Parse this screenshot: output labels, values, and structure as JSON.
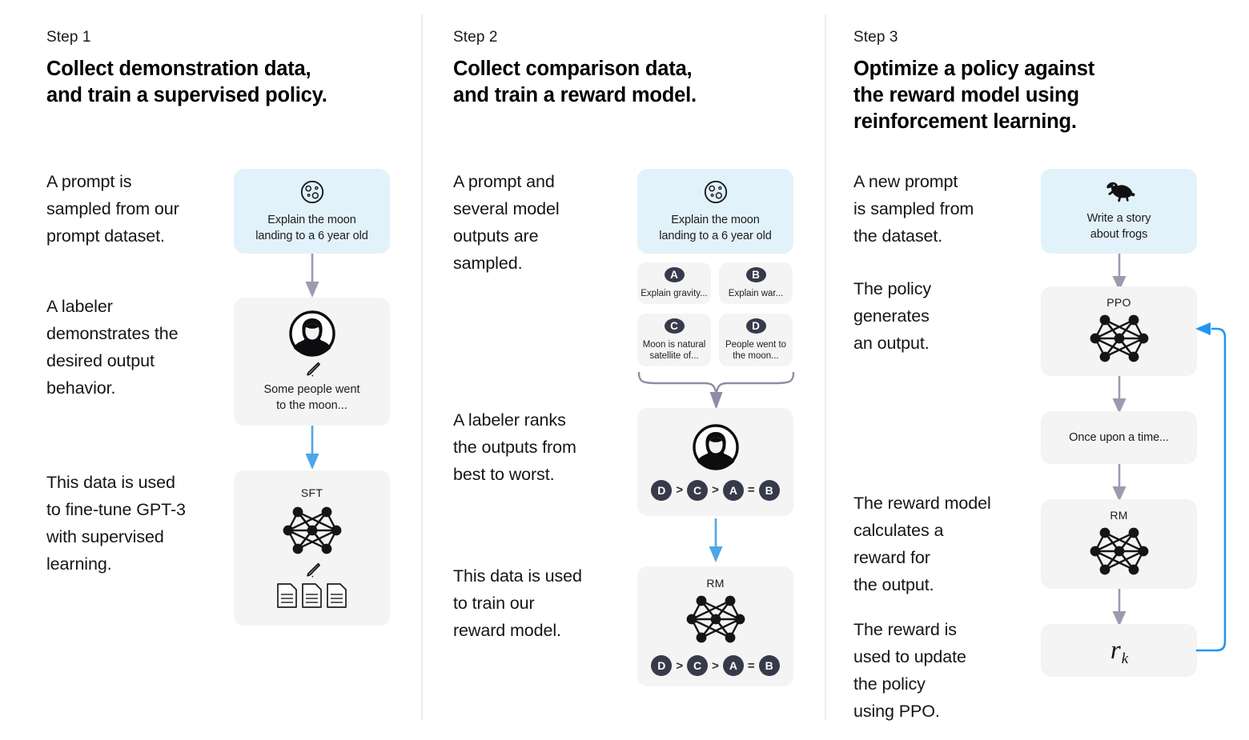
{
  "colors": {
    "prompt_card_bg": "#e2f2fb",
    "gray_card_bg": "#f4f4f4",
    "gray_arrow": "#9b9bb0",
    "blue_arrow": "#4da6e8",
    "feedback_loop": "#2196f3",
    "badge_bg": "#363a4b",
    "divider": "#ececef",
    "text": "#0b0b0c"
  },
  "steps": [
    {
      "label": "Step 1",
      "title": "Collect demonstration data,\nand train a supervised policy.",
      "paragraphs": [
        "A prompt is\nsampled from our\nprompt dataset.",
        "A labeler\ndemonstrates the\ndesired output\nbehavior.",
        "This data is used\nto fine-tune GPT-3\nwith supervised\nlearning."
      ],
      "prompt_card": {
        "icon": "moon-icon",
        "text": "Explain the moon\nlanding to a 6 year old"
      },
      "labeler_card": {
        "icon": "labeler-avatar-icon",
        "pencil": "pencil-icon",
        "text": "Some people went\nto the moon..."
      },
      "model_card": {
        "label": "SFT",
        "network": "neural-network-icon",
        "pencil": "pencil-icon",
        "docs": "documents-icon"
      }
    },
    {
      "label": "Step 2",
      "title": "Collect comparison data,\nand train a reward model.",
      "paragraphs": [
        "A prompt and\nseveral model\noutputs are\nsampled.",
        "A labeler ranks\nthe outputs from\nbest to worst.",
        "This data is used\nto train our\nreward model."
      ],
      "prompt_card": {
        "icon": "moon-icon",
        "text": "Explain the moon\nlanding to a 6 year old"
      },
      "outputs": [
        {
          "badge": "A",
          "text": "Explain gravity..."
        },
        {
          "badge": "B",
          "text": "Explain war..."
        },
        {
          "badge": "C",
          "text": "Moon is natural\nsatellite of..."
        },
        {
          "badge": "D",
          "text": "People went to\nthe moon..."
        }
      ],
      "ranking_card": {
        "icon": "labeler-avatar-icon",
        "ranking": [
          {
            "type": "badge",
            "value": "D"
          },
          {
            "type": "op",
            "value": ">"
          },
          {
            "type": "badge",
            "value": "C"
          },
          {
            "type": "op",
            "value": ">"
          },
          {
            "type": "badge",
            "value": "A"
          },
          {
            "type": "op",
            "value": "="
          },
          {
            "type": "badge",
            "value": "B"
          }
        ]
      },
      "reward_card": {
        "label": "RM",
        "network": "neural-network-icon",
        "ranking": [
          {
            "type": "badge",
            "value": "D"
          },
          {
            "type": "op",
            "value": ">"
          },
          {
            "type": "badge",
            "value": "C"
          },
          {
            "type": "op",
            "value": ">"
          },
          {
            "type": "badge",
            "value": "A"
          },
          {
            "type": "op",
            "value": "="
          },
          {
            "type": "badge",
            "value": "B"
          }
        ]
      }
    },
    {
      "label": "Step 3",
      "title": "Optimize a policy against\nthe reward model using\nreinforcement learning.",
      "paragraphs": [
        "A new prompt\nis sampled from\nthe dataset.",
        "The policy\ngenerates\nan output.",
        "The reward model\ncalculates a\nreward for\nthe output.",
        "The reward is\nused to update\nthe policy\nusing PPO."
      ],
      "prompt_card": {
        "icon": "frog-icon",
        "text": "Write a story\nabout frogs"
      },
      "policy_card": {
        "label": "PPO",
        "network": "neural-network-icon"
      },
      "output_card": {
        "text": "Once upon a time..."
      },
      "reward_card": {
        "label": "RM",
        "network": "neural-network-icon"
      },
      "reward_value_card": {
        "symbol": "r",
        "subscript": "k"
      }
    }
  ]
}
